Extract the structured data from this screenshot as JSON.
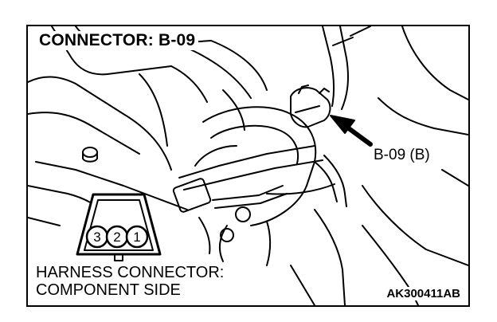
{
  "title": "CONNECTOR: B-09",
  "callout": "B-09 (B)",
  "caption": {
    "line1": "HARNESS CONNECTOR:",
    "line2": "COMPONENT SIDE"
  },
  "figure_code": "AK300411AB",
  "connector_pins": [
    "3",
    "2",
    "1"
  ],
  "colors": {
    "line": "#000000",
    "background": "#ffffff"
  }
}
